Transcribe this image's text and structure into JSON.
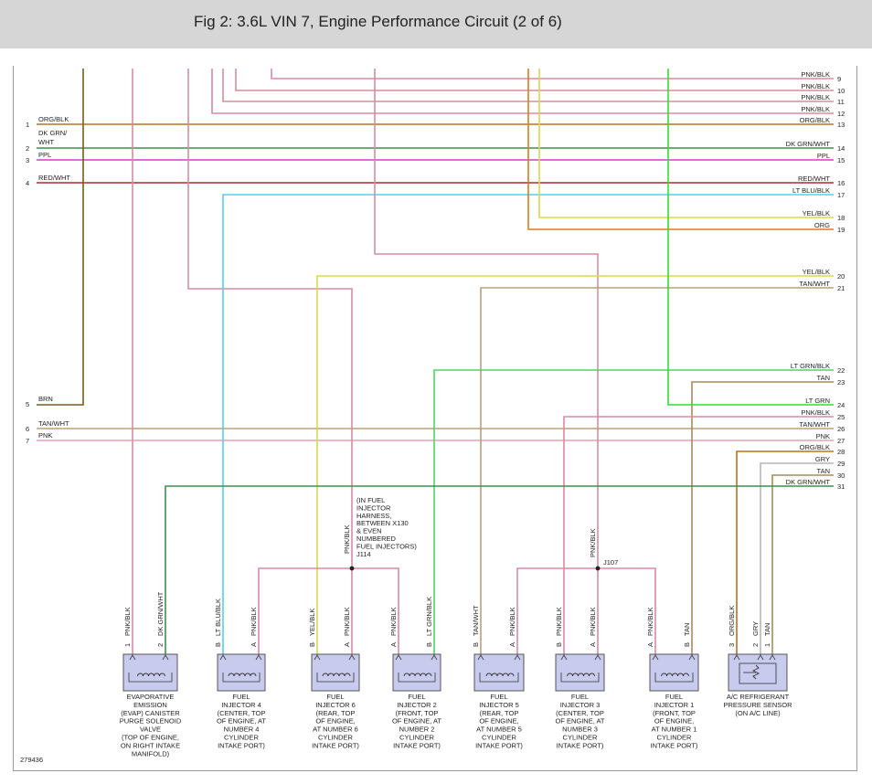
{
  "title": "Fig 2: 3.6L VIN 7, Engine Performance Circuit (2 of 6)",
  "figure_number": "279436",
  "colors": {
    "PNK": "#e6a0b4",
    "PNK/BLK": "#d98ca0",
    "ORG/BLK": "#b7731f",
    "DK GRN/WHT": "#3f8f4f",
    "PPL": "#d63ad6",
    "RED/WHT": "#b02a2a",
    "LT BLU/BLK": "#4fd3e6",
    "YEL/BLK": "#d9d94a",
    "ORG": "#e07a1e",
    "TAN/WHT": "#b9a07a",
    "LT GRN/BLK": "#4fd364",
    "TAN": "#a88a5a",
    "LT GRN": "#33dd33",
    "GRY": "#b5b5b5",
    "BRN": "#7a5a1a",
    "YEL": "#e6cc33"
  },
  "left_wires": [
    {
      "num": "1",
      "label": "ORG/BLK"
    },
    {
      "num": "",
      "label": "DK GRN/"
    },
    {
      "num": "",
      "label": "WHT"
    },
    {
      "num": "2",
      "label": ""
    },
    {
      "num": "3",
      "label": "PPL"
    },
    {
      "num": "4",
      "label": "RED/WHT"
    },
    {
      "num": "5",
      "label": "BRN"
    },
    {
      "num": "6",
      "label": "TAN/WHT"
    },
    {
      "num": "7",
      "label": "PNK"
    }
  ],
  "right_wires": [
    {
      "num": "9",
      "label": "PNK/BLK"
    },
    {
      "num": "10",
      "label": "PNK/BLK"
    },
    {
      "num": "11",
      "label": "PNK/BLK"
    },
    {
      "num": "12",
      "label": "PNK/BLK"
    },
    {
      "num": "13",
      "label": "ORG/BLK"
    },
    {
      "num": "14",
      "label": "DK GRN/WHT"
    },
    {
      "num": "15",
      "label": "PPL"
    },
    {
      "num": "16",
      "label": "RED/WHT"
    },
    {
      "num": "17",
      "label": "LT BLU/BLK"
    },
    {
      "num": "18",
      "label": "YEL/BLK"
    },
    {
      "num": "19",
      "label": "ORG"
    },
    {
      "num": "20",
      "label": "YEL/BLK"
    },
    {
      "num": "21",
      "label": "TAN/WHT"
    },
    {
      "num": "22",
      "label": "LT GRN/BLK"
    },
    {
      "num": "23",
      "label": "TAN"
    },
    {
      "num": "24",
      "label": "LT GRN"
    },
    {
      "num": "25",
      "label": "PNK/BLK"
    },
    {
      "num": "26",
      "label": "TAN/WHT"
    },
    {
      "num": "27",
      "label": "PNK"
    },
    {
      "num": "28",
      "label": "ORG/BLK"
    },
    {
      "num": "29",
      "label": "GRY"
    },
    {
      "num": "30",
      "label": "TAN"
    },
    {
      "num": "31",
      "label": "DK GRN/WHT"
    }
  ],
  "splices": [
    {
      "id": "J114",
      "note": [
        "(IN FUEL",
        "INJECTOR",
        "HARNESS,",
        "BETWEEN X130",
        "& EVEN",
        "NUMBERED",
        "FUEL INJECTORS)",
        "J114"
      ],
      "wire_label": "PNK/BLK"
    },
    {
      "id": "J107",
      "note": [
        "J107"
      ],
      "wire_label": "PNK/BLK"
    }
  ],
  "components": [
    {
      "name": [
        "EVAPORATIVE",
        "EMISSION",
        "(EVAP) CANISTER",
        "PURGE SOLENOID",
        "VALVE",
        "(TOP OF ENGINE,",
        "ON RIGHT INTAKE",
        "MANIFOLD)"
      ],
      "pins": [
        {
          "pin": "1",
          "wire": "PNK/BLK"
        },
        {
          "pin": "2",
          "wire": "DK GRN/WHT"
        }
      ]
    },
    {
      "name": [
        "FUEL",
        "INJECTOR 4",
        "(CENTER, TOP",
        "OF ENGINE, AT",
        "NUMBER 4",
        "CYLINDER",
        "INTAKE PORT)"
      ],
      "pins": [
        {
          "pin": "B",
          "wire": "LT BLU/BLK"
        },
        {
          "pin": "A",
          "wire": "PNK/BLK"
        }
      ]
    },
    {
      "name": [
        "FUEL",
        "INJECTOR 6",
        "(REAR, TOP",
        "OF ENGINE,",
        "AT NUMBER 6",
        "CYLINDER",
        "INTAKE PORT)"
      ],
      "pins": [
        {
          "pin": "B",
          "wire": "YEL/BLK"
        },
        {
          "pin": "A",
          "wire": "PNK/BLK"
        }
      ]
    },
    {
      "name": [
        "FUEL",
        "INJECTOR 2",
        "(FRONT, TOP",
        "OF ENGINE, AT",
        "NUMBER 2",
        "CYLINDER",
        "INTAKE PORT)"
      ],
      "pins": [
        {
          "pin": "A",
          "wire": "PNK/BLK"
        },
        {
          "pin": "B",
          "wire": "LT GRN/BLK"
        }
      ]
    },
    {
      "name": [
        "FUEL",
        "INJECTOR 5",
        "(REAR, TOP",
        "OF ENGINE,",
        "AT NUMBER 5",
        "CYLINDER",
        "INTAKE PORT)"
      ],
      "pins": [
        {
          "pin": "B",
          "wire": "TAN/WHT"
        },
        {
          "pin": "A",
          "wire": "PNK/BLK"
        }
      ]
    },
    {
      "name": [
        "FUEL",
        "INJECTOR 3",
        "(CENTER, TOP",
        "OF ENGINE, AT",
        "NUMBER 3",
        "CYLINDER",
        "INTAKE PORT)"
      ],
      "pins": [
        {
          "pin": "B",
          "wire": "PNK/BLK"
        },
        {
          "pin": "A",
          "wire": "PNK/BLK"
        }
      ]
    },
    {
      "name": [
        "FUEL",
        "INJECTOR 1",
        "(FRONT, TOP",
        "OF ENGINE,",
        "AT NUMBER 1",
        "CYLINDER",
        "INTAKE PORT)"
      ],
      "pins": [
        {
          "pin": "A",
          "wire": "PNK/BLK"
        },
        {
          "pin": "B",
          "wire": "TAN"
        }
      ]
    },
    {
      "name": [
        "A/C REFRIGERANT",
        "PRESSURE SENSOR",
        "(ON A/C LINE)"
      ],
      "pins": [
        {
          "pin": "3",
          "wire": "ORG/BLK"
        },
        {
          "pin": "2",
          "wire": "GRY"
        },
        {
          "pin": "1",
          "wire": "TAN"
        }
      ]
    }
  ]
}
